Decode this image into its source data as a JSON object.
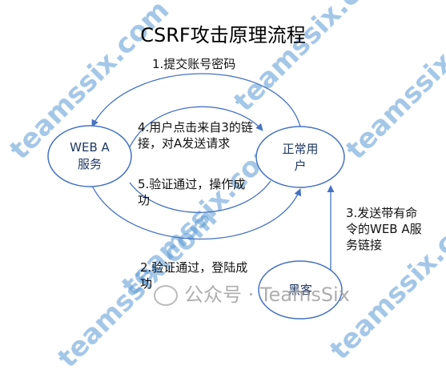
{
  "title": "CSRF攻击原理流程",
  "nodes": {
    "web_a": [
      "WEB A",
      "服务"
    ],
    "user": [
      "正常用",
      "户"
    ],
    "hacker": "黑客"
  },
  "steps": {
    "step1": "1.提交账号密码",
    "step2": [
      "2.验证通过，登陆成",
      "功"
    ],
    "step3": [
      "3.发送带有命",
      "令的WEB A服",
      "务链接"
    ],
    "step4": [
      "4.用户点击来自3的链",
      "接，对A发送请求"
    ],
    "step5": [
      "5.验证通过，操作成",
      "功"
    ]
  },
  "watermark": {
    "text": "teamssix.com",
    "wechat": "公众号 · TeamsSix"
  },
  "colors": {
    "line": "#4472c4",
    "node_fill": "#ffffff",
    "watermark": "#5b9bd5"
  }
}
